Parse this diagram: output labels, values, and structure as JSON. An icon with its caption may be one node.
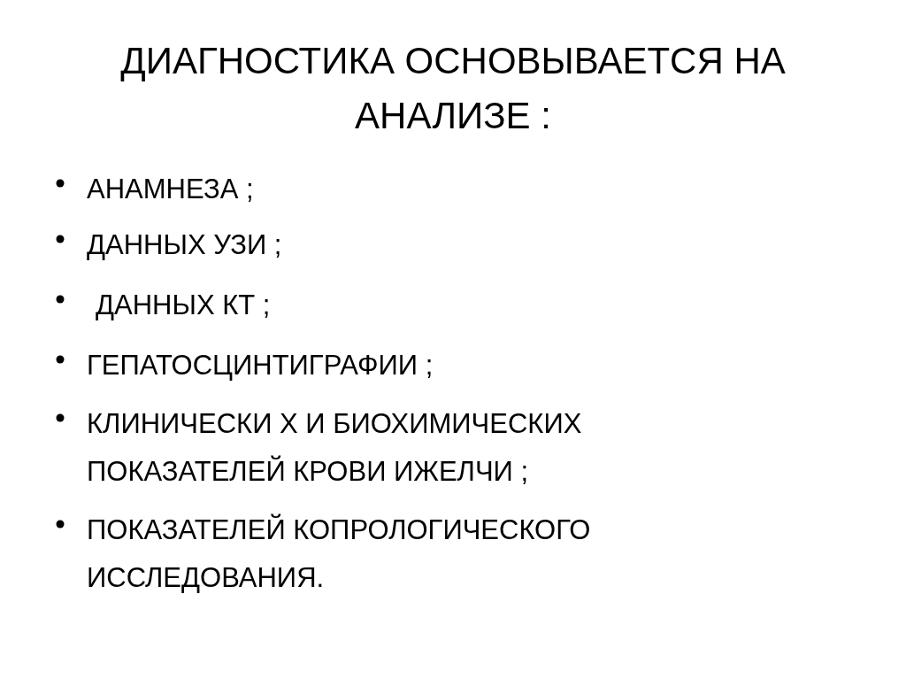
{
  "diagram": {
    "title": "ДИАГНОСТИКА ОСНОВЫВАЕТСЯ НА АНАЛИЗЕ :",
    "labels": [
      "АНАМНЕЗА ;",
      "ДАННЫХ УЗИ ;",
      "ДАННЫХ КТ ;",
      "ГЕПАТОСЦИНТИГРАФИИ ;",
      "КЛИНИЧЕСКИ Х И БИОХИМИЧЕСКИХ ПОКАЗАТЕЛЕЙ КРОВИ ИЖЕЛЧИ ;",
      "ПОКАЗАТЕЛЕЙ КОПРОЛОГИЧЕСКОГО ИССЛЕДОВАНИЯ."
    ]
  }
}
